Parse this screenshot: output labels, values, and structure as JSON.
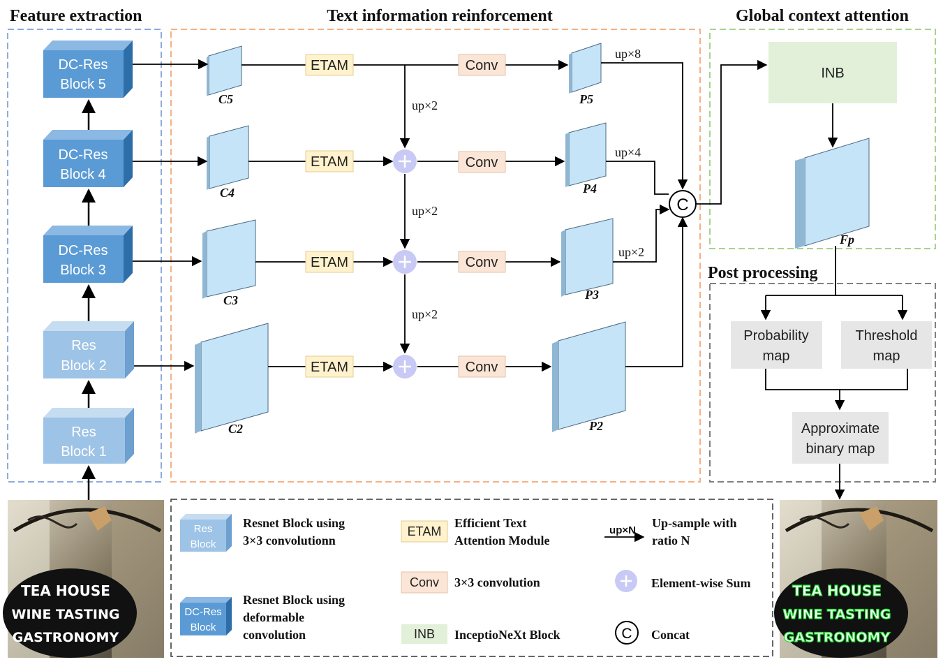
{
  "sections": {
    "feature_extraction": "Feature extraction",
    "text_reinforcement": "Text information reinforcement",
    "global_context": "Global context attention",
    "post_processing": "Post processing"
  },
  "backbone": {
    "dc_block5": [
      "DC-Res",
      "Block 5"
    ],
    "dc_block4": [
      "DC-Res",
      "Block 4"
    ],
    "dc_block3": [
      "DC-Res",
      "Block 3"
    ],
    "res_block2": [
      "Res",
      "Block 2"
    ],
    "res_block1": [
      "Res",
      "Block 1"
    ]
  },
  "features": {
    "c5": "C5",
    "c4": "C4",
    "c3": "C3",
    "c2": "C2",
    "p5": "P5",
    "p4": "P4",
    "p3": "P3",
    "p2": "P2",
    "fp": "Fp"
  },
  "modules": {
    "etam": "ETAM",
    "conv": "Conv",
    "inb": "INB",
    "concat": "C"
  },
  "upsample": {
    "up8": "up×8",
    "up4": "up×4",
    "up2": "up×2"
  },
  "post": {
    "probability": [
      "Probability",
      "map"
    ],
    "threshold": [
      "Threshold",
      "map"
    ],
    "approx": [
      "Approximate",
      "binary map"
    ]
  },
  "sign_text": [
    "TEA HOUSE",
    "WINE TASTING",
    "GASTRONOMY"
  ],
  "legend": {
    "res_icon": [
      "Res",
      "Block"
    ],
    "res_desc": [
      "Resnet Block using",
      "3×3 convolutionn"
    ],
    "dc_icon": [
      "DC-Res",
      "Block"
    ],
    "dc_desc": [
      "Resnet Block using",
      "deformable",
      "convolution"
    ],
    "etam_desc": [
      "Efficient Text",
      "Attention Module"
    ],
    "conv_desc": "3×3 convolution",
    "inb_desc": "InceptioNeXt Block",
    "up_icon": "up×N",
    "up_desc": [
      "Up-sample with",
      "ratio N"
    ],
    "sum_desc": "Element-wise Sum",
    "concat_desc": "Concat"
  },
  "colors": {
    "dc_block": "#5b9bd5",
    "res_block": "#9dc3e6",
    "feature_map": "#c5e4f7",
    "etam": "#fff2cc",
    "conv": "#fbe5d6",
    "inb": "#e2f0d9",
    "sum": "#c9c9f5",
    "post_box": "#e7e6e6",
    "fe_border": "#8faadc",
    "tir_border": "#f4b183",
    "gca_border": "#a9d18e",
    "pp_border": "#808080"
  }
}
